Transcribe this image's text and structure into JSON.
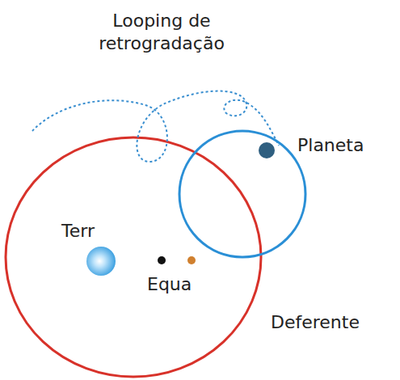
{
  "diagram": {
    "labels": [
      "Looping de retrogradação",
      "Planeta",
      "Terr",
      "Equa",
      "Deferente"
    ]
  }
}
